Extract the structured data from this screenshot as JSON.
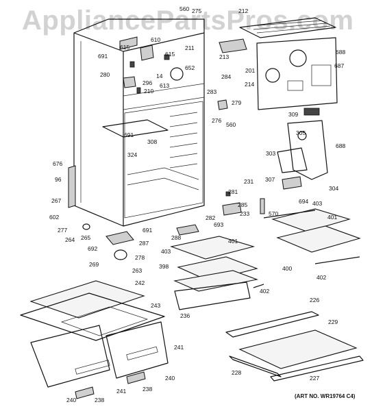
{
  "watermark": "AppliancePartsPros.com",
  "art_number": "(ART NO. WR19764 C4)",
  "labels": [
    "560",
    "275",
    "212",
    "691",
    "615",
    "610",
    "280",
    "615",
    "211",
    "652",
    "613",
    "296",
    "210",
    "14",
    "201",
    "687",
    "688",
    "213",
    "284",
    "214",
    "283",
    "279",
    "276",
    "560",
    "309",
    "691",
    "308",
    "324",
    "305",
    "688",
    "303",
    "676",
    "96",
    "267",
    "602",
    "277",
    "264",
    "265",
    "691",
    "287",
    "692",
    "269",
    "278",
    "263",
    "231",
    "281",
    "285",
    "282",
    "693",
    "233",
    "570",
    "694",
    "307",
    "304",
    "403",
    "401",
    "288",
    "403",
    "401",
    "398",
    "402",
    "400",
    "402",
    "242",
    "243",
    "236",
    "226",
    "229",
    "241",
    "240",
    "238",
    "241",
    "238",
    "240",
    "228",
    "227"
  ]
}
